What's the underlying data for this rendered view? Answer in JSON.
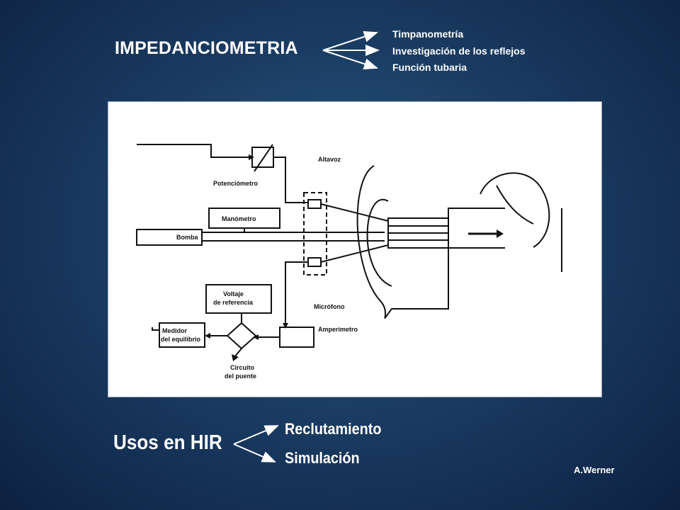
{
  "heading": "IMPEDANCIOMETRIA",
  "heading_items": [
    "Timpanometría",
    "Investigación de los reflejos",
    "Función tubaria"
  ],
  "diagram_labels": {
    "potenciometro": "Potenciómetro",
    "altavoz": "Altavoz",
    "manometro": "Manómetro",
    "bomba": "Bomba",
    "voltaje_line1": "Voltaje",
    "voltaje_line2": "de referencia",
    "microfono": "Micrófono",
    "medidor_line1": "Medidor",
    "medidor_line2": "del equilibrio",
    "amperimetro": "Amperímetro",
    "circuito_line1": "Circuito",
    "circuito_line2": "del puente"
  },
  "uses_heading": "Usos en HIR",
  "uses_items": [
    "Reclutamiento",
    "Simulación"
  ],
  "credit": "A.Werner",
  "colors": {
    "text": "#ffffff",
    "panel": "#ffffff",
    "ink": "#111111",
    "background": "#1b3d63"
  }
}
